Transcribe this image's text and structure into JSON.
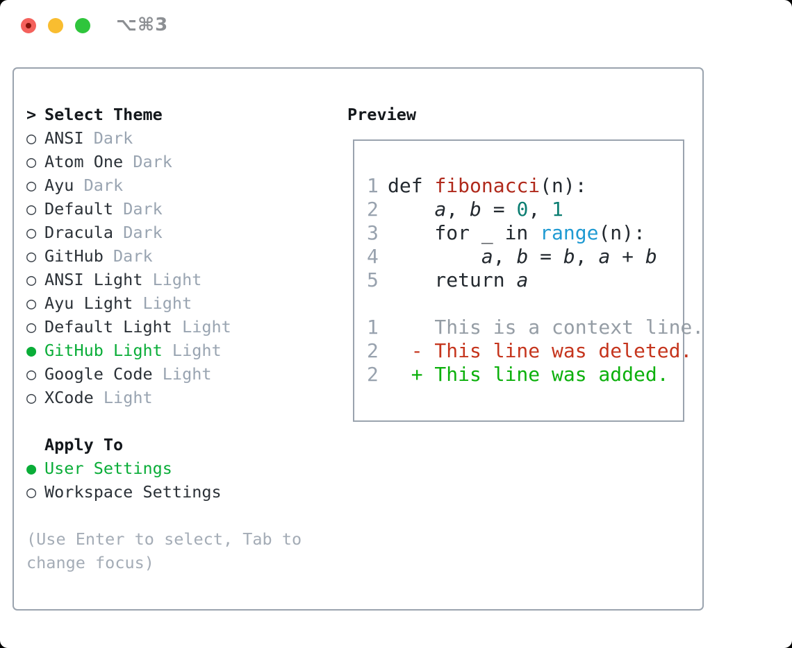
{
  "window": {
    "title": "⌥⌘3"
  },
  "markers": {
    "unselected": "○",
    "selected": "●",
    "cursor": ">"
  },
  "colors": {
    "selected_green": "#0aad38",
    "added_green": "#0cb00c",
    "deleted_red": "#c5351d",
    "function_red": "#b02a1c",
    "number_teal": "#0c7e72",
    "call_blue": "#1f9ad2",
    "muted_gray": "#99a4b1",
    "border_gray": "#9aa3ae",
    "text_dark": "#2b3137"
  },
  "theme_list": {
    "header": "Select Theme",
    "items": [
      {
        "name": "ANSI",
        "tag": "Dark",
        "selected": false
      },
      {
        "name": "Atom One",
        "tag": "Dark",
        "selected": false
      },
      {
        "name": "Ayu",
        "tag": "Dark",
        "selected": false
      },
      {
        "name": "Default",
        "tag": "Dark",
        "selected": false
      },
      {
        "name": "Dracula",
        "tag": "Dark",
        "selected": false
      },
      {
        "name": "GitHub",
        "tag": "Dark",
        "selected": false
      },
      {
        "name": "ANSI Light",
        "tag": "Light",
        "selected": false
      },
      {
        "name": "Ayu Light",
        "tag": "Light",
        "selected": false
      },
      {
        "name": "Default Light",
        "tag": "Light",
        "selected": false
      },
      {
        "name": "GitHub Light",
        "tag": "Light",
        "selected": true
      },
      {
        "name": "Google Code",
        "tag": "Light",
        "selected": false
      },
      {
        "name": "XCode",
        "tag": "Light",
        "selected": false
      }
    ]
  },
  "apply_to": {
    "header": "Apply To",
    "items": [
      {
        "name": "User Settings",
        "selected": true
      },
      {
        "name": "Workspace Settings",
        "selected": false
      }
    ]
  },
  "help_text": "(Use Enter to select, Tab to change focus)",
  "preview": {
    "header": "Preview",
    "code_lines": [
      {
        "num": "1",
        "segments": [
          {
            "t": "def ",
            "c": "p"
          },
          {
            "t": "fibonacci",
            "c": "f"
          },
          {
            "t": "(n):",
            "c": "p"
          }
        ]
      },
      {
        "num": "2",
        "segments": [
          {
            "t": "    ",
            "c": "p"
          },
          {
            "t": "a",
            "c": "v"
          },
          {
            "t": ", ",
            "c": "p"
          },
          {
            "t": "b",
            "c": "v"
          },
          {
            "t": " = ",
            "c": "p"
          },
          {
            "t": "0",
            "c": "n"
          },
          {
            "t": ", ",
            "c": "p"
          },
          {
            "t": "1",
            "c": "n"
          }
        ]
      },
      {
        "num": "3",
        "segments": [
          {
            "t": "    for _ in ",
            "c": "p"
          },
          {
            "t": "range",
            "c": "b"
          },
          {
            "t": "(n):",
            "c": "p"
          }
        ]
      },
      {
        "num": "4",
        "segments": [
          {
            "t": "        ",
            "c": "p"
          },
          {
            "t": "a",
            "c": "v"
          },
          {
            "t": ", ",
            "c": "p"
          },
          {
            "t": "b",
            "c": "v"
          },
          {
            "t": " = ",
            "c": "p"
          },
          {
            "t": "b",
            "c": "v"
          },
          {
            "t": ", ",
            "c": "p"
          },
          {
            "t": "a",
            "c": "v"
          },
          {
            "t": " + ",
            "c": "p"
          },
          {
            "t": "b",
            "c": "v"
          }
        ]
      },
      {
        "num": "5",
        "segments": [
          {
            "t": "    return ",
            "c": "p"
          },
          {
            "t": "a",
            "c": "v"
          }
        ]
      }
    ],
    "diff_lines": [
      {
        "num": "1",
        "kind": "context",
        "text": "    This is a context line."
      },
      {
        "num": "2",
        "kind": "deleted",
        "text": "  - This line was deleted."
      },
      {
        "num": "2",
        "kind": "added",
        "text": "  + This line was added."
      }
    ]
  }
}
